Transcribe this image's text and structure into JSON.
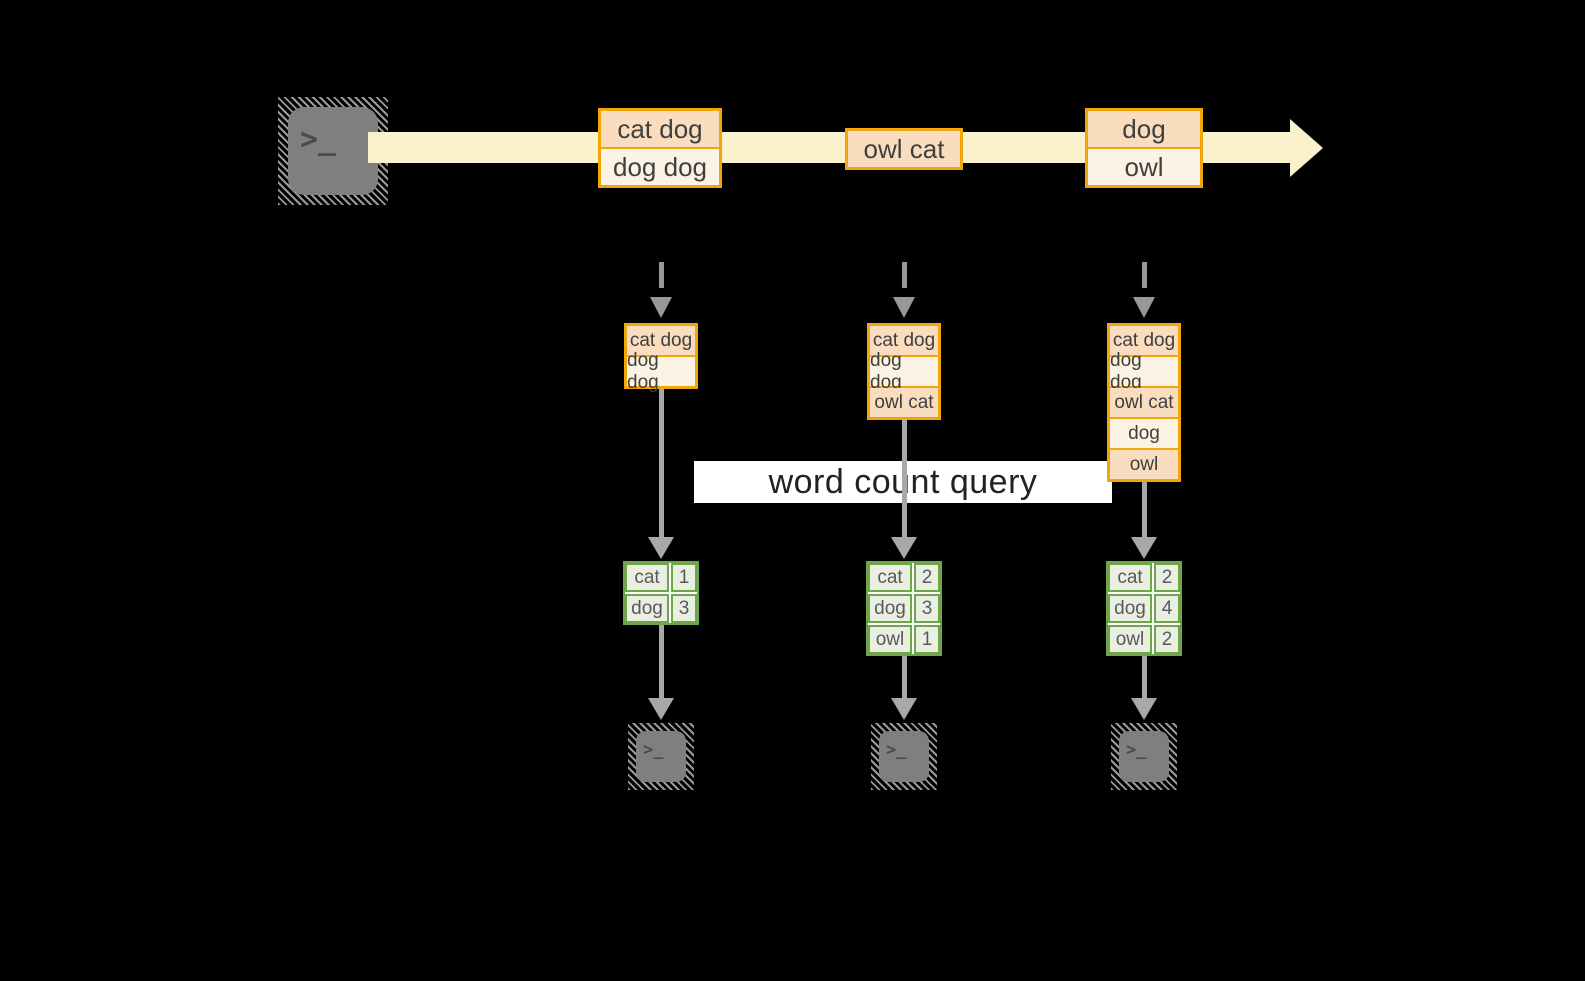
{
  "source": {
    "icon": "terminal"
  },
  "timeline": {
    "batches": [
      {
        "rows": [
          "cat dog",
          "dog dog"
        ]
      },
      {
        "rows": [
          "owl cat"
        ]
      },
      {
        "rows": [
          "dog",
          "owl"
        ]
      }
    ]
  },
  "query": {
    "label": "word count query"
  },
  "columns": [
    {
      "buffer": [
        "cat dog",
        "dog dog"
      ],
      "counts": [
        {
          "word": "cat",
          "count": "1"
        },
        {
          "word": "dog",
          "count": "3"
        }
      ]
    },
    {
      "buffer": [
        "cat dog",
        "dog dog",
        "owl cat"
      ],
      "counts": [
        {
          "word": "cat",
          "count": "2"
        },
        {
          "word": "dog",
          "count": "3"
        },
        {
          "word": "owl",
          "count": "1"
        }
      ]
    },
    {
      "buffer": [
        "cat dog",
        "dog dog",
        "owl cat",
        "dog",
        "owl"
      ],
      "counts": [
        {
          "word": "cat",
          "count": "2"
        },
        {
          "word": "dog",
          "count": "4"
        },
        {
          "word": "owl",
          "count": "2"
        }
      ]
    }
  ],
  "colors": {
    "background": "#000000",
    "stream_band": "#FAF1CD",
    "cell_peach": "#FADDBE",
    "cell_cream": "#FDF3E5",
    "orange_border": "#F1A70A",
    "green_border": "#6FA64B",
    "green_cell": "#E9EFE1",
    "arrow_gray": "#A8A8A8",
    "icon_gray": "#7F7F7F"
  }
}
